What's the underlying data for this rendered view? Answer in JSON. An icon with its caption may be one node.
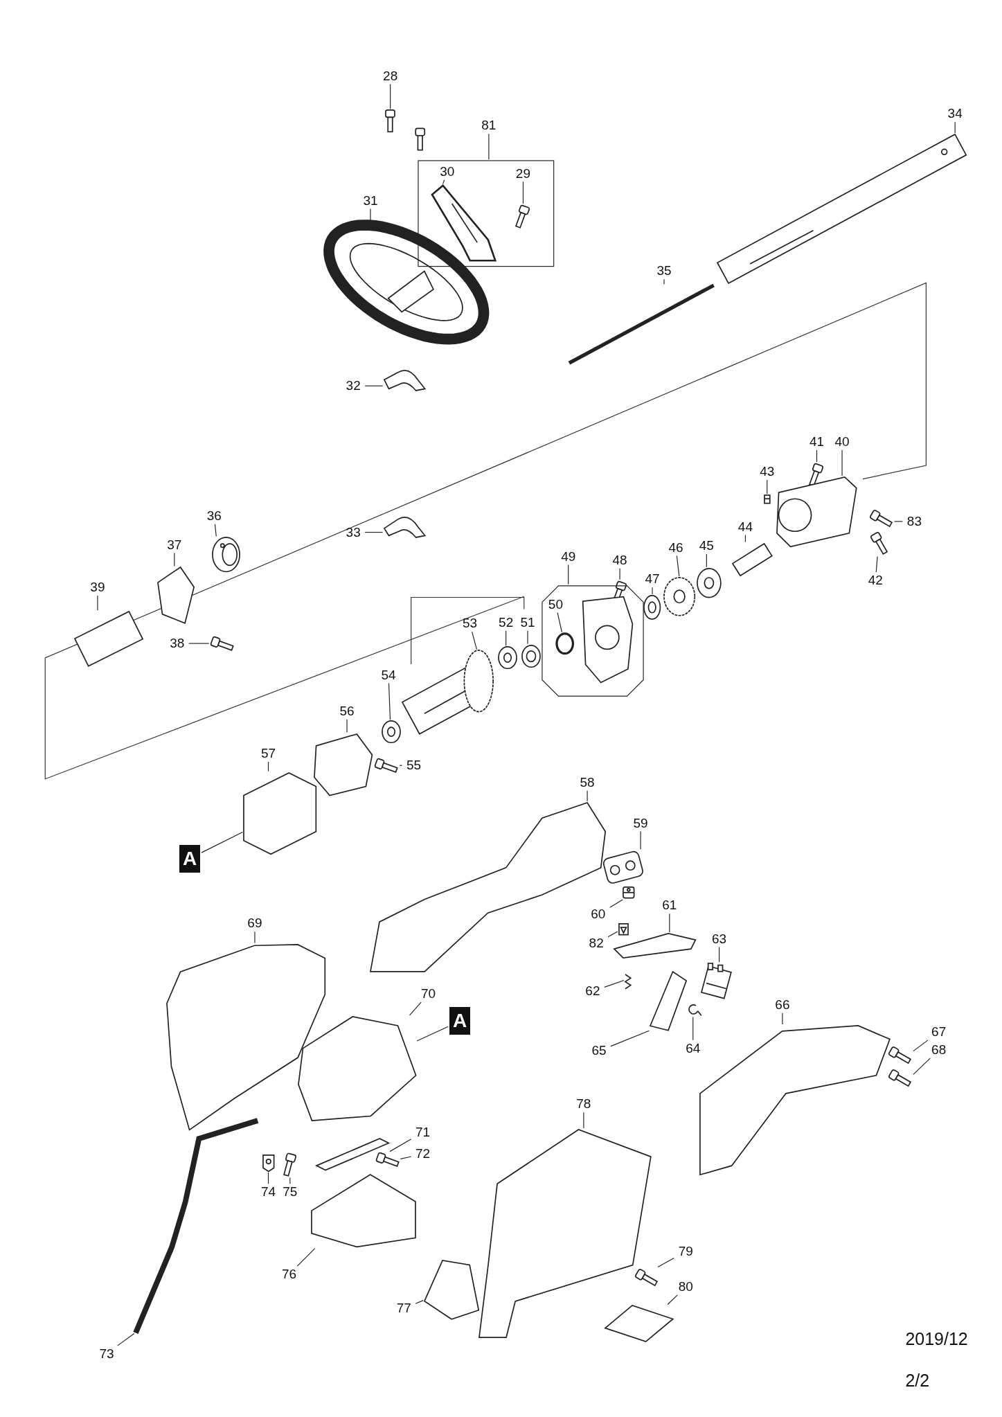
{
  "diagram": {
    "nodes": [
      {
        "text": [
          "28"
        ]
      },
      {
        "text": [
          "81"
        ]
      },
      {
        "text": [
          "30"
        ],
        "in": 59
      },
      {
        "text": [
          "29"
        ],
        "in": 59
      },
      {
        "text": [
          "31"
        ]
      },
      {
        "text": [
          "34"
        ]
      },
      {
        "text": [
          "35"
        ]
      },
      {
        "text": [
          "32"
        ]
      },
      {
        "text": [
          "41"
        ]
      },
      {
        "text": [
          "40"
        ]
      },
      {
        "text": [
          "43"
        ]
      },
      {
        "text": [
          "83"
        ]
      },
      {
        "text": [
          "42"
        ]
      },
      {
        "text": [
          "33"
        ]
      },
      {
        "text": [
          "36"
        ]
      },
      {
        "text": [
          "37"
        ]
      },
      {
        "text": [
          "39"
        ]
      },
      {
        "text": [
          "38"
        ]
      },
      {
        "text": [
          "48"
        ]
      },
      {
        "text": [
          "49"
        ]
      },
      {
        "text": [
          "47"
        ]
      },
      {
        "text": [
          "46"
        ]
      },
      {
        "text": [
          "45"
        ]
      },
      {
        "text": [
          "44"
        ]
      },
      {
        "text": [
          "50"
        ],
        "in": 77
      },
      {
        "text": [
          "53"
        ]
      },
      {
        "text": [
          "52"
        ]
      },
      {
        "text": [
          "51"
        ]
      },
      {
        "text": [
          "54"
        ]
      },
      {
        "text": [
          "56"
        ]
      },
      {
        "text": [
          "55"
        ]
      },
      {
        "text": [
          "57"
        ]
      },
      {
        "text": [
          "58"
        ]
      },
      {
        "text": [
          "59"
        ]
      },
      {
        "text": [
          "60"
        ]
      },
      {
        "text": [
          "82"
        ]
      },
      {
        "text": [
          "61"
        ]
      },
      {
        "text": [
          "63"
        ]
      },
      {
        "text": [
          "62"
        ]
      },
      {
        "text": [
          "65"
        ]
      },
      {
        "text": [
          "64"
        ]
      },
      {
        "text": [
          "69"
        ]
      },
      {
        "text": [
          "70"
        ]
      },
      {
        "text": [
          "66"
        ]
      },
      {
        "text": [
          "67"
        ]
      },
      {
        "text": [
          "68"
        ]
      },
      {
        "text": [
          "78"
        ]
      },
      {
        "text": [
          "71"
        ]
      },
      {
        "text": [
          "72"
        ]
      },
      {
        "text": [
          "73"
        ]
      },
      {
        "text": [
          "74"
        ]
      },
      {
        "text": [
          "75"
        ]
      },
      {
        "text": [
          "76"
        ]
      },
      {
        "text": [
          "79"
        ]
      },
      {
        "text": [
          "80"
        ]
      },
      {
        "text": [
          "77"
        ]
      },
      {
        "text": [
          "A"
        ]
      },
      {
        "text": [
          "A"
        ]
      },
      {
        "text": [],
        "shape": "picture"
      },
      {
        "text": [],
        "shape": "box"
      },
      {
        "text": [],
        "shape": "picture",
        "in": 59
      },
      {
        "text": [],
        "shape": "picture",
        "in": 59
      },
      {
        "text": [],
        "shape": "picture"
      },
      {
        "text": [],
        "shape": "picture"
      },
      {
        "text": [],
        "shape": "picture"
      },
      {
        "text": [],
        "shape": "picture"
      },
      {
        "text": [],
        "shape": "picture"
      },
      {
        "text": [],
        "shape": "picture"
      },
      {
        "text": [],
        "shape": "picture"
      },
      {
        "text": [],
        "shape": "picture"
      },
      {
        "text": [],
        "shape": "picture"
      },
      {
        "text": [],
        "shape": "picture"
      },
      {
        "text": [],
        "shape": "picture"
      },
      {
        "text": [],
        "shape": "picture"
      },
      {
        "text": [],
        "shape": "picture"
      },
      {
        "text": [],
        "shape": "picture"
      },
      {
        "text": [],
        "shape": "picture"
      },
      {
        "text": [],
        "shape": "picture"
      },
      {
        "text": [],
        "shape": "picture"
      },
      {
        "text": [],
        "shape": "picture"
      },
      {
        "text": [],
        "shape": "picture"
      },
      {
        "text": [],
        "shape": "picture"
      },
      {
        "text": [],
        "shape": "circle",
        "in": 77
      },
      {
        "text": [],
        "shape": "picture"
      },
      {
        "text": [],
        "shape": "picture"
      },
      {
        "text": [],
        "shape": "picture"
      },
      {
        "text": [],
        "shape": "picture"
      },
      {
        "text": [],
        "shape": "picture"
      },
      {
        "text": [],
        "shape": "picture"
      },
      {
        "text": [],
        "shape": "picture"
      },
      {
        "text": [],
        "shape": "picture"
      },
      {
        "text": [],
        "shape": "picture"
      },
      {
        "text": [],
        "shape": "picture"
      },
      {
        "text": [],
        "shape": "picture"
      },
      {
        "text": [],
        "shape": "picture"
      },
      {
        "text": [],
        "shape": "picture"
      },
      {
        "text": [],
        "shape": "picture"
      },
      {
        "text": [],
        "shape": "picture"
      },
      {
        "text": [],
        "shape": "picture"
      },
      {
        "text": [],
        "shape": "picture"
      },
      {
        "text": [],
        "shape": "picture"
      },
      {
        "text": [],
        "shape": "picture"
      },
      {
        "text": [],
        "shape": "picture"
      },
      {
        "text": [],
        "shape": "picture"
      },
      {
        "text": [],
        "shape": "picture"
      },
      {
        "text": [],
        "shape": "picture"
      },
      {
        "text": [],
        "shape": "picture"
      },
      {
        "text": [],
        "shape": "picture"
      },
      {
        "text": [],
        "shape": "picture"
      },
      {
        "text": [],
        "shape": "picture"
      },
      {
        "text": [],
        "shape": "picture"
      },
      {
        "text": [],
        "shape": "picture"
      },
      {
        "text": [],
        "shape": "picture"
      },
      {
        "text": [],
        "shape": "picture"
      }
    ],
    "edges": [
      {
        "from": 0,
        "to": 58,
        "arrow": "none"
      },
      {
        "from": 1,
        "to": 59,
        "arrow": "none"
      },
      {
        "from": 2,
        "to": 60,
        "arrow": "none"
      },
      {
        "from": 3,
        "to": 61,
        "arrow": "none"
      },
      {
        "from": 4,
        "to": 62,
        "arrow": "none"
      },
      {
        "from": 5,
        "to": 63,
        "arrow": "none"
      },
      {
        "from": 6,
        "to": 64,
        "arrow": "none"
      },
      {
        "from": 7,
        "to": 65,
        "arrow": "none"
      },
      {
        "from": 8,
        "to": 66,
        "arrow": "none"
      },
      {
        "from": 9,
        "to": 67,
        "arrow": "none"
      },
      {
        "from": 10,
        "to": 68,
        "arrow": "none"
      },
      {
        "from": 11,
        "to": 69,
        "arrow": "none"
      },
      {
        "from": 12,
        "to": 70,
        "arrow": "none"
      },
      {
        "from": 13,
        "to": 71,
        "arrow": "none"
      },
      {
        "from": 14,
        "to": 72,
        "arrow": "none"
      },
      {
        "from": 15,
        "to": 73,
        "arrow": "none"
      },
      {
        "from": 16,
        "to": 74,
        "arrow": "none"
      },
      {
        "from": 17,
        "to": 75,
        "arrow": "none"
      },
      {
        "from": 18,
        "to": 76,
        "arrow": "none"
      },
      {
        "from": 19,
        "to": 77,
        "arrow": "none"
      },
      {
        "from": 20,
        "to": 78,
        "arrow": "none"
      },
      {
        "from": 21,
        "to": 79,
        "arrow": "none"
      },
      {
        "from": 22,
        "to": 80,
        "arrow": "none"
      },
      {
        "from": 23,
        "to": 81,
        "arrow": "none"
      },
      {
        "from": 24,
        "to": 82,
        "arrow": "none"
      },
      {
        "from": 25,
        "to": 83,
        "arrow": "none"
      },
      {
        "from": 26,
        "to": 84,
        "arrow": "none"
      },
      {
        "from": 27,
        "to": 85,
        "arrow": "none"
      },
      {
        "from": 28,
        "to": 86,
        "arrow": "none"
      },
      {
        "from": 29,
        "to": 87,
        "arrow": "none"
      },
      {
        "from": 30,
        "to": 88,
        "arrow": "none"
      },
      {
        "from": 31,
        "to": 89,
        "arrow": "none"
      },
      {
        "from": 32,
        "to": 90,
        "arrow": "none"
      },
      {
        "from": 33,
        "to": 91,
        "arrow": "none"
      },
      {
        "from": 34,
        "to": 92,
        "arrow": "none"
      },
      {
        "from": 35,
        "to": 93,
        "arrow": "none"
      },
      {
        "from": 36,
        "to": 94,
        "arrow": "none"
      },
      {
        "from": 37,
        "to": 95,
        "arrow": "none"
      },
      {
        "from": 38,
        "to": 96,
        "arrow": "none"
      },
      {
        "from": 39,
        "to": 97,
        "arrow": "none"
      },
      {
        "from": 40,
        "to": 98,
        "arrow": "none"
      },
      {
        "from": 41,
        "to": 99,
        "arrow": "none"
      },
      {
        "from": 42,
        "to": 100,
        "arrow": "none"
      },
      {
        "from": 43,
        "to": 101,
        "arrow": "none"
      },
      {
        "from": 44,
        "to": 102,
        "arrow": "none"
      },
      {
        "from": 45,
        "to": 103,
        "arrow": "none"
      },
      {
        "from": 46,
        "to": 104,
        "arrow": "none"
      },
      {
        "from": 47,
        "to": 105,
        "arrow": "none"
      },
      {
        "from": 48,
        "to": 106,
        "arrow": "none"
      },
      {
        "from": 49,
        "to": 107,
        "arrow": "none"
      },
      {
        "from": 50,
        "to": 108,
        "arrow": "none"
      },
      {
        "from": 51,
        "to": 109,
        "arrow": "none"
      },
      {
        "from": 52,
        "to": 110,
        "arrow": "none"
      },
      {
        "from": 53,
        "to": 111,
        "arrow": "none"
      },
      {
        "from": 54,
        "to": 112,
        "arrow": "none"
      },
      {
        "from": 55,
        "to": 113,
        "arrow": "none"
      },
      {
        "from": 56,
        "to": 89,
        "arrow": "none"
      },
      {
        "from": 57,
        "to": 100,
        "arrow": "none"
      }
    ],
    "labels": [
      "2019/12",
      "2/2"
    ]
  }
}
